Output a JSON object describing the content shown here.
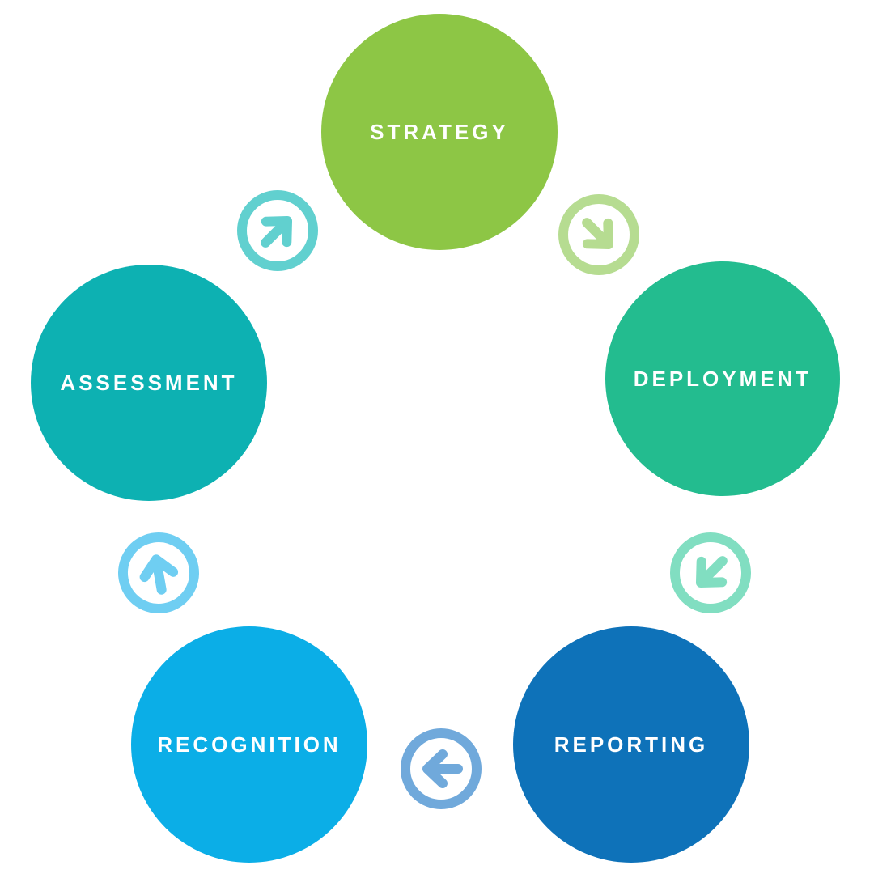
{
  "diagram": {
    "background_color": "#FFFFFF",
    "label_text_color": "#FFFFFF",
    "nodes": [
      {
        "id": "strategy",
        "label": "STRATEGY",
        "color": "#8DC645"
      },
      {
        "id": "deployment",
        "label": "DEPLOYMENT",
        "color": "#23BC8F"
      },
      {
        "id": "reporting",
        "label": "REPORTING",
        "color": "#0E72B9"
      },
      {
        "id": "recognition",
        "label": "RECOGNITION",
        "color": "#0BAEE7"
      },
      {
        "id": "assessment",
        "label": "ASSESSMENT",
        "color": "#0DB1B2"
      }
    ],
    "arrows": [
      {
        "id": "assessment-to-strategy",
        "direction": "up-right",
        "color": "#61D0CF"
      },
      {
        "id": "strategy-to-deployment",
        "direction": "down-right",
        "color": "#B6DC91"
      },
      {
        "id": "deployment-to-reporting",
        "direction": "down-left",
        "color": "#81DEC1"
      },
      {
        "id": "reporting-to-recognition",
        "direction": "left",
        "color": "#70A9DB"
      },
      {
        "id": "recognition-to-assessment",
        "direction": "up",
        "color": "#6FCEF2"
      }
    ]
  }
}
